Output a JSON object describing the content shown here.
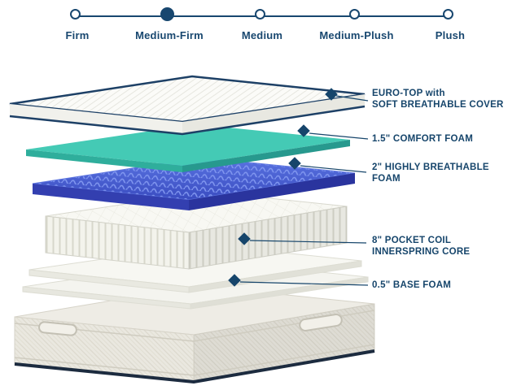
{
  "firmness_scale": {
    "options": [
      {
        "label": "Firm",
        "selected": false
      },
      {
        "label": "Medium-Firm",
        "selected": true
      },
      {
        "label": "Medium",
        "selected": false
      },
      {
        "label": "Medium-Plush",
        "selected": false
      },
      {
        "label": "Plush",
        "selected": false
      }
    ],
    "selected_option": "Medium-Firm"
  },
  "diagram": {
    "callouts": [
      {
        "layer": "euro-top",
        "lines": [
          "EURO-TOP with",
          "SOFT BREATHABLE COVER"
        ]
      },
      {
        "layer": "comfort-foam",
        "lines": [
          "1.5\" COMFORT FOAM"
        ]
      },
      {
        "layer": "highly-breathable-foam",
        "lines": [
          "2\" HIGHLY BREATHABLE",
          "FOAM"
        ]
      },
      {
        "layer": "pocket-coil-innerspring-core",
        "lines": [
          "8\" POCKET COIL",
          "INNERSPRING CORE"
        ]
      },
      {
        "layer": "base-foam",
        "lines": [
          "0.5\" BASE FOAM"
        ]
      }
    ],
    "colors": {
      "navy": "#16456b",
      "comfort_foam_teal": "#44cab5",
      "breathable_foam_blue": "#4156c8",
      "cover_white": "#fbfbf8",
      "base_fabric_gray": "#eae8e0"
    }
  }
}
